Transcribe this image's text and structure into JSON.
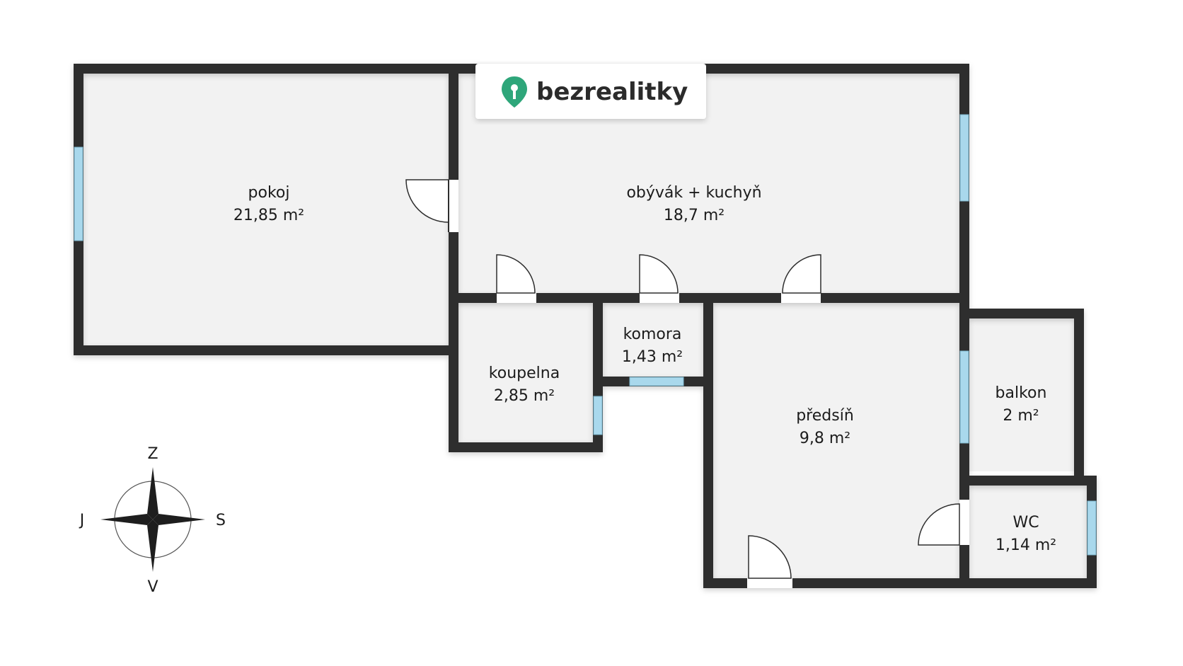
{
  "brand": {
    "name": "bezrealitky",
    "icon": "map-pin-key-icon",
    "color": "#2ea67a"
  },
  "colors": {
    "wall": "#2e2e2e",
    "floor": "#f2f2f2",
    "window": "#a9d8ec",
    "door": "#ffffff"
  },
  "rooms": {
    "pokoj": {
      "name": "pokoj",
      "area": "21,85 m²"
    },
    "obyvak": {
      "name": "obývák + kuchyň",
      "area": "18,7 m²"
    },
    "koupelna": {
      "name": "koupelna",
      "area": "2,85 m²"
    },
    "komora": {
      "name": "komora",
      "area": "1,43 m²"
    },
    "predsin": {
      "name": "předsíň",
      "area": "9,8 m²"
    },
    "balkon": {
      "name": "balkon",
      "area": "2 m²"
    },
    "wc": {
      "name": "WC",
      "area": "1,14 m²"
    }
  },
  "compass": {
    "north": "Z",
    "south": "V",
    "west": "J",
    "east": "S"
  }
}
